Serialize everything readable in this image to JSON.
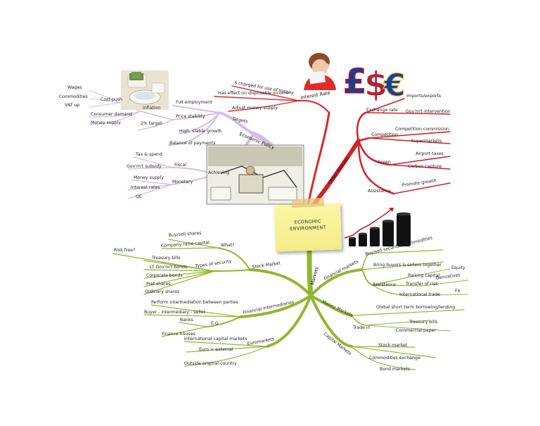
{
  "center": {
    "line1": "ECONOMIC",
    "line2": "ENVIRONMENT"
  },
  "branches": {
    "economic_policy": {
      "label": "Economic Policy",
      "targets": {
        "label": "Targets",
        "full_employment": "Full employment",
        "price_stability": "Price stability",
        "inflation": "Inflation",
        "cost_push": "Cost-push",
        "wages": "Wages",
        "commodities": "Commodities",
        "vat_up": "VAT up",
        "consumer_demand": "Consumer demand",
        "money_supply": "Money supply",
        "target_2pc": "2% target",
        "high_stable_growth": "High, stable growth",
        "balance_of_payments": "Balance of payments"
      },
      "achieving": {
        "label": "Achieving",
        "fiscal": "Fiscal",
        "tax_spend": "Tax & spend",
        "govt_subsidy": "Gov'm't subsidy",
        "monetary": "Monetary",
        "money_supply": "Money supply",
        "interest_rates": "Interest rates",
        "qe": "QE"
      }
    },
    "interest_rate": {
      "label": "Interest Rate",
      "items": [
        "$ charged for use of money",
        "Has effect on disposable income",
        "Adjust money supply"
      ]
    },
    "other_policies": {
      "label": "Other Policies",
      "exchange_rate": "Exchange rate",
      "imports_exports": "Imports/exports",
      "govt_intervention": "Gov'm't intervention",
      "competition": "Competition",
      "competition_commission": "Competition commission",
      "supermarkets": "Supermarkets",
      "green": "Green",
      "airport_taxes": "Airport taxes",
      "carbon_capture": "Carbon capture",
      "assistance": "Assistance",
      "promote_growth": "Promote growth"
    },
    "markets": {
      "label": "Markets",
      "stock_market": {
        "label": "Stock Market",
        "what": "What?",
        "buy_sell_shares": "Buy/sell shares",
        "company_raise_capital": "Company raise capital",
        "types_of_security": "Types of security",
        "risk_free": "Risk free?",
        "treasury_bills": "Treasury bills",
        "lt_govt_bonds": "LT Gov'm't bonds",
        "corporate_bonds": "Corporate bonds",
        "pref_shares": "Pref shares",
        "ordinary_shares": "Ordinary shares"
      },
      "financial_intermediaries": {
        "label": "Financial intermediaries",
        "perform": "Perform intermediation between parties",
        "buyer_seller": "Buyer - intermediary - seller",
        "eg": "E.G",
        "banks": "Banks",
        "finance_houses": "Finance houses"
      },
      "euromarkets": {
        "label": "Euromarkets",
        "international_capital": "International capital markets",
        "euro_external": "Euro = external",
        "outside_country": "Outside original country"
      },
      "financial_markets": {
        "label": "Financial markets",
        "buy_sell": "Buy/sell securities/commodities",
        "bring_together": "Bring buyers & sellers together",
        "assistance": "Assistance",
        "raising_capital": "Raising capital",
        "equity": "Equity",
        "transfer_of_risk": "Transfer of risk",
        "derivatives": "Derivatives",
        "international_trade": "International trade",
        "fx": "FX"
      },
      "money_markets": {
        "label": "Money Markets",
        "global_short_term": "Global short term borrowing/lending",
        "trade_in": "Trade in",
        "treasury_bills": "Treasury bills",
        "commercial_paper": "Commercial paper"
      },
      "capital_markets": {
        "label": "Capital Markets",
        "stock_market": "Stock market",
        "commodities_exchange": "Commodities exchange",
        "bond_markets": "Bond markets"
      }
    }
  },
  "colors": {
    "policy": "#d8bde3",
    "interest": "#d8282c",
    "markets": "#8fb82f",
    "other": "#d32027"
  },
  "images": [
    "toilet-money-image",
    "stressed-woman-image",
    "currency-symbols-image",
    "cartoon-image",
    "oil-barrels-image"
  ]
}
